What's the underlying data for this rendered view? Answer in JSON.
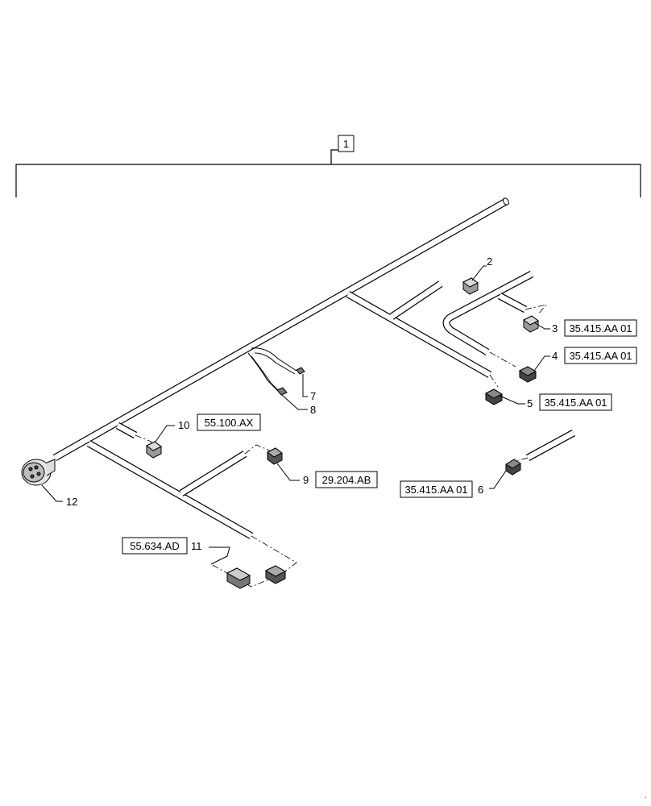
{
  "diagram": {
    "assembly_item": "1",
    "items": [
      {
        "id": "item-2",
        "number": "2",
        "ref": ""
      },
      {
        "id": "item-3",
        "number": "3",
        "ref": "35.415.AA 01"
      },
      {
        "id": "item-4",
        "number": "4",
        "ref": "35.415.AA 01"
      },
      {
        "id": "item-5",
        "number": "5",
        "ref": "35.415.AA 01"
      },
      {
        "id": "item-6",
        "number": "6",
        "ref": "35.415.AA 01"
      },
      {
        "id": "item-7",
        "number": "7",
        "ref": ""
      },
      {
        "id": "item-8",
        "number": "8",
        "ref": ""
      },
      {
        "id": "item-9",
        "number": "9",
        "ref": "29.204.AB"
      },
      {
        "id": "item-10",
        "number": "10",
        "ref": "55.100.AX"
      },
      {
        "id": "item-11",
        "number": "11",
        "ref": "55.634.AD"
      },
      {
        "id": "item-12",
        "number": "12",
        "ref": ""
      }
    ]
  }
}
